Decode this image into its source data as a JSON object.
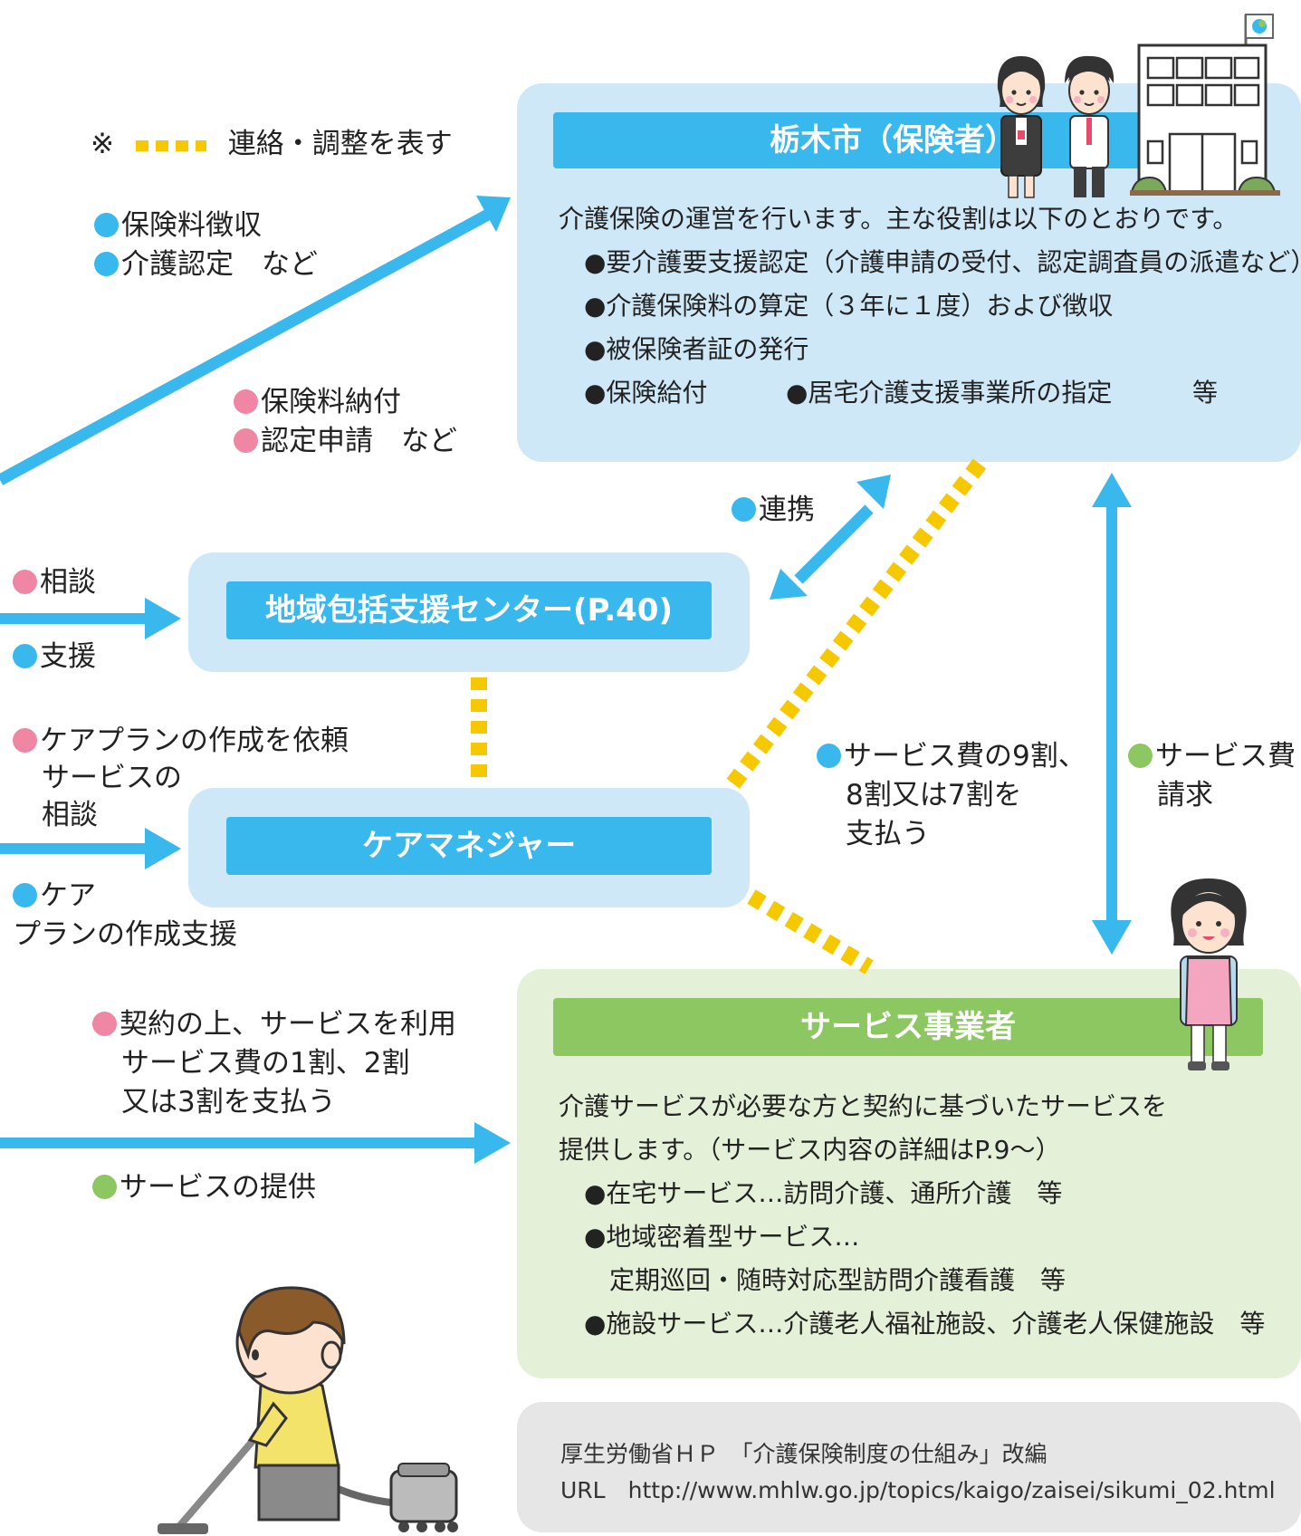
{
  "legend": {
    "mark": "※",
    "text": "連絡・調整を表す"
  },
  "city": {
    "title": "栃木市（保険者）",
    "intro": "介護保険の運営を行います。主な役割は以下のとおりです。",
    "roles": [
      "●要介護要支援認定（介護申請の受付、認定調査員の派遣など）",
      "●介護保険料の算定（３年に１度）および徴収"
    ],
    "role3": "●被保険者証の発行",
    "role4a": "●保険給付",
    "role4b": "●居宅介護支援事業所の指定",
    "role4c": "等"
  },
  "city_to_user": {
    "line1": "保険料徴収",
    "line2": "介護認定　など"
  },
  "user_to_city": {
    "line1": "保険料納付",
    "line2": "認定申請　など"
  },
  "renkei": "連携",
  "center": {
    "title": "地域包括支援センター(P.40)",
    "in_label": "相談",
    "out_label": "支援"
  },
  "caremanager": {
    "title": "ケアマネジャー",
    "in_line1": "ケアプランの作成を依頼",
    "in_line2": "サービスの",
    "in_line3": "相談",
    "out_line1": "ケア",
    "out_line2": "プランの作成支援"
  },
  "payment": {
    "line1": "サービス費の9割、",
    "line2": "8割又は7割を",
    "line3": "支払う"
  },
  "claim": {
    "line1": "サービス費",
    "line2": "請求"
  },
  "provider": {
    "title": "サービス事業者",
    "intro1": "介護サービスが必要な方と契約に基づいたサービスを",
    "intro2": "提供します。（サービス内容の詳細はP.9〜）",
    "item1": "●在宅サービス…訪問介護、通所介護　等",
    "item2": "●地域密着型サービス…",
    "item2b": "定期巡回・随時対応型訪問介護看護　等",
    "item3": "●施設サービス…介護老人福祉施設、介護老人保健施設　等"
  },
  "contract": {
    "line1": "契約の上、サービスを利用",
    "line2": "サービス費の1割、2割",
    "line3": "又は3割を支払う"
  },
  "provide": "サービスの提供",
  "source": {
    "line1": "厚生労働省ＨＰ　「介護保険制度の仕組み」改編",
    "line2": "URL　http://www.mhlw.go.jp/topics/kaigo/zaisei/sikumi_02.html"
  },
  "colors": {
    "blue": "#38b8ec",
    "pink": "#ee86a4",
    "green": "#8cc762",
    "yellow": "#f5c800"
  }
}
